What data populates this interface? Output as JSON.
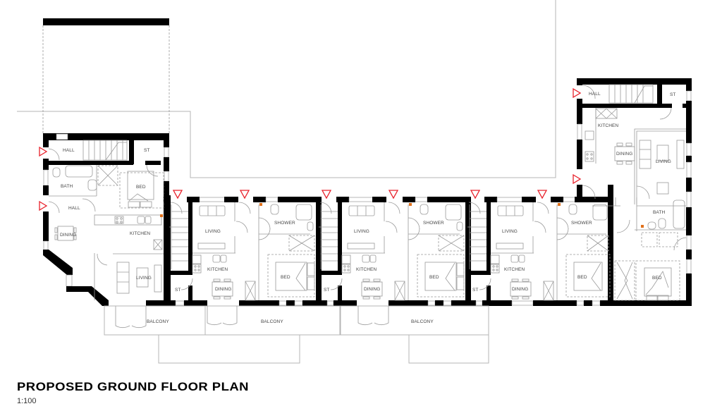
{
  "drawing": {
    "title": "PROPOSED GROUND FLOOR PLAN",
    "scale": "1:100"
  },
  "colors": {
    "walls": "#000000",
    "entry_markers": "#e8202a",
    "flue_markers": "#e0701a",
    "fixtures": "#9a9a9a"
  },
  "units": [
    {
      "id": "unit-west",
      "rooms": {
        "hall_upper": "HALL",
        "store": "ST",
        "bath": "BATH",
        "hall_lower": "HALL",
        "bed": "BED",
        "kitchen": "KITCHEN",
        "dining": "DINING",
        "living": "LIVING"
      }
    },
    {
      "id": "unit-a",
      "rooms": {
        "living": "LIVING",
        "kitchen": "KITCHEN",
        "dining": "DINING",
        "store": "ST",
        "shower": "SHOWER",
        "bed": "BED"
      }
    },
    {
      "id": "unit-b",
      "rooms": {
        "living": "LIVING",
        "kitchen": "KITCHEN",
        "dining": "DINING",
        "store": "ST",
        "shower": "SHOWER",
        "bed": "BED"
      }
    },
    {
      "id": "unit-c",
      "rooms": {
        "living": "LIVING",
        "kitchen": "KITCHEN",
        "dining": "DINING",
        "store": "ST",
        "shower": "SHOWER",
        "bed": "BED"
      }
    },
    {
      "id": "unit-east",
      "rooms": {
        "hall": "HALL",
        "store": "ST",
        "kitchen": "KITCHEN",
        "dining": "DINING",
        "living": "LIVING",
        "bath": "BATH",
        "bed": "BED"
      }
    }
  ],
  "balconies": [
    "BALCONY",
    "BALCONY",
    "BALCONY"
  ]
}
